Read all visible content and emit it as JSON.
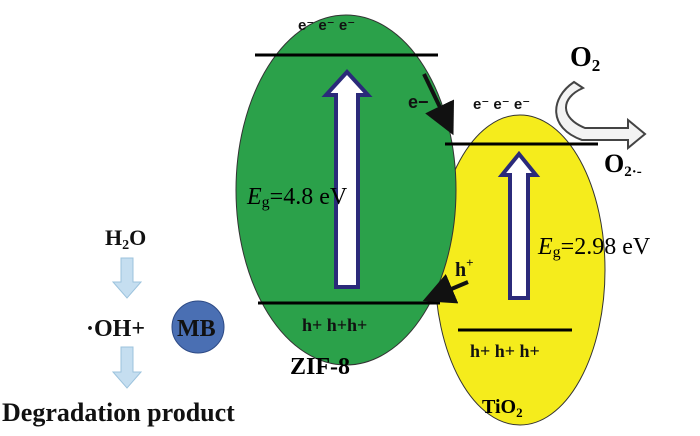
{
  "zif8": {
    "label": "ZIF-8",
    "cb_electrons": "e⁻ e⁻ e⁻",
    "vb_holes": "h+ h+h+",
    "eg_symbol": "E",
    "eg_sub": "g",
    "eg_value": "=4.8 eV",
    "color": "#2ba14a"
  },
  "tio2": {
    "label_main": "TiO",
    "label_sub": "2",
    "cb_electrons": "e⁻ e⁻ e⁻",
    "vb_holes": "h+ h+ h+",
    "eg_symbol": "E",
    "eg_sub": "g",
    "eg_value": "=2.98 eV",
    "color": "#f5ec1c"
  },
  "transfer": {
    "electron": "e−",
    "hole": "h",
    "hole_sup": "+"
  },
  "oxygen": {
    "o2_main": "O",
    "o2_sub": "2",
    "radical_main": "O",
    "radical_sub": "2·-"
  },
  "degradation": {
    "water_main": "H",
    "water_sub": "2",
    "water_end": "O",
    "oh_mb": "·OH+",
    "mb": "MB",
    "product": "Degradation product",
    "mb_color": "#4a6fb3"
  }
}
